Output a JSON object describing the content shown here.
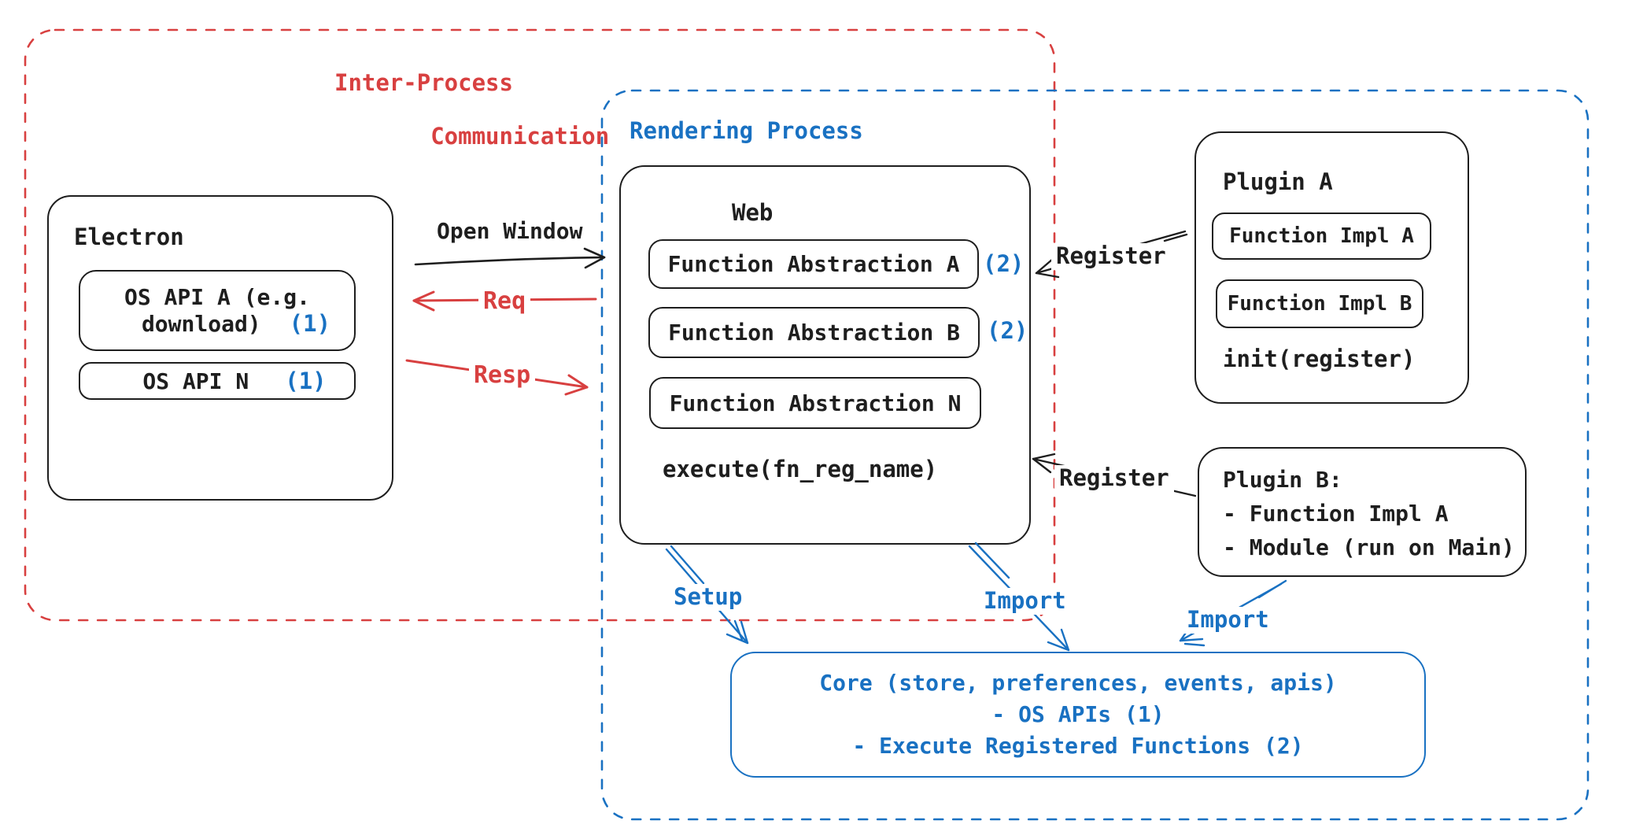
{
  "colors": {
    "ink": "#1e1e1e",
    "red": "#d84040",
    "blue": "#1971c2",
    "background": "#ffffff"
  },
  "groups": {
    "ipc": {
      "line1": "Inter-Process",
      "line2": "Communication"
    },
    "rendering": {
      "label": "Rendering Process"
    }
  },
  "electron": {
    "title": "Electron",
    "api_a": {
      "line1": "OS API A (e.g.",
      "line2": "download)",
      "badge": "(1)"
    },
    "api_n": {
      "label": "OS API N",
      "badge": "(1)"
    }
  },
  "web": {
    "title": "Web",
    "fa_a": {
      "label": "Function Abstraction A",
      "badge": "(2)"
    },
    "fa_b": {
      "label": "Function Abstraction B",
      "badge": "(2)"
    },
    "fa_n": {
      "label": "Function Abstraction N"
    },
    "execute": "execute(fn_reg_name)"
  },
  "plugin_a": {
    "title": "Plugin A",
    "impl_a": "Function Impl A",
    "impl_b": "Function Impl B",
    "init": "init(register)"
  },
  "plugin_b": {
    "title": "Plugin B:",
    "item1": "- Function Impl A",
    "item2": "- Module (run on Main)"
  },
  "core": {
    "line1": "Core (store, preferences, events, apis)",
    "line2": "- OS APIs (1)",
    "line3": "- Execute Registered Functions (2)"
  },
  "arrows": {
    "open_window": "Open Window",
    "req": "Req",
    "resp": "Resp",
    "register_a": "Register",
    "register_b": "Register",
    "setup": "Setup",
    "import_web": "Import",
    "import_plugin": "Import"
  }
}
